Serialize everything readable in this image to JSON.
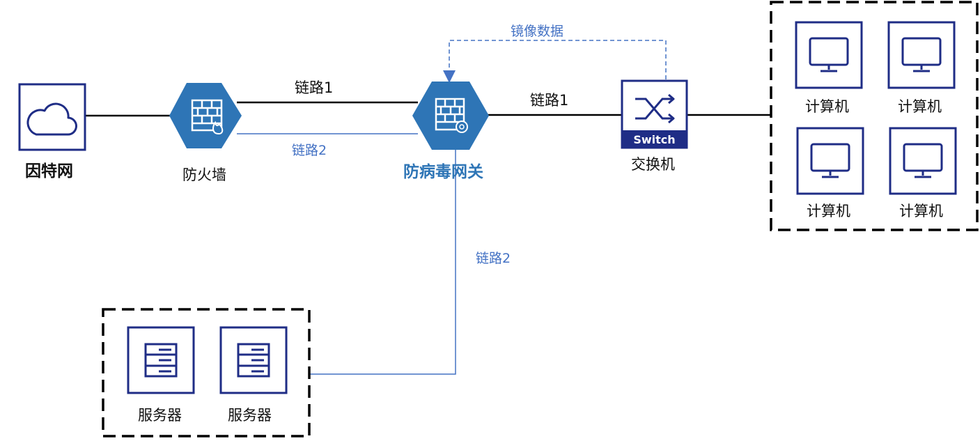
{
  "nodes": {
    "internet": {
      "label": "因特网",
      "icon": "cloud-icon"
    },
    "firewall": {
      "label": "防火墙",
      "icon": "firewall-icon"
    },
    "gateway": {
      "label": "防病毒网关",
      "icon": "gateway-icon"
    },
    "switch": {
      "label": "交换机",
      "icon": "switch-icon",
      "tag": "Switch"
    },
    "computers": [
      {
        "label": "计算机",
        "icon": "monitor-icon"
      },
      {
        "label": "计算机",
        "icon": "monitor-icon"
      },
      {
        "label": "计算机",
        "icon": "monitor-icon"
      },
      {
        "label": "计算机",
        "icon": "monitor-icon"
      }
    ],
    "servers": [
      {
        "label": "服务器",
        "icon": "server-icon"
      },
      {
        "label": "服务器",
        "icon": "server-icon"
      }
    ]
  },
  "links": {
    "fw_gw_link1": "链路1",
    "fw_gw_link2": "链路2",
    "gw_sw_link1": "链路1",
    "gw_srv_link2": "链路2",
    "mirror": "镜像数据"
  },
  "colors": {
    "navy": "#1f2d86",
    "hex_blue": "#2e75b6",
    "link_blue": "#4472c4",
    "black": "#000000"
  }
}
